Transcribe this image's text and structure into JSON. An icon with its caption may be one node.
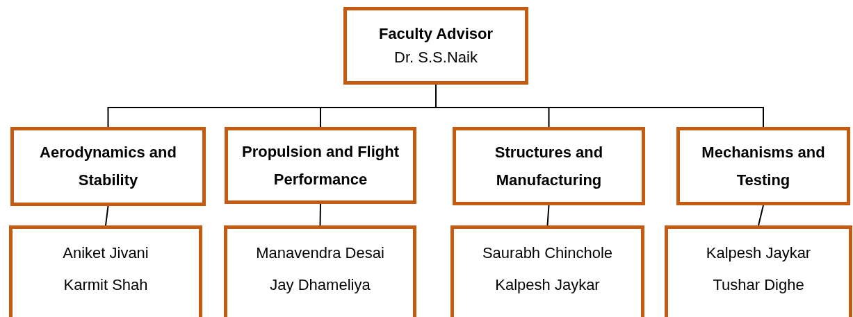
{
  "diagram": {
    "nodes": [
      {
        "text": [
          "Faculty Advisor",
          "Dr. S.S.Naik"
        ]
      },
      {
        "text": [
          "Aerodynamics and Stability"
        ]
      },
      {
        "text": [
          "Propulsion and Flight Performance"
        ]
      },
      {
        "text": [
          "Structures and Manufacturing"
        ]
      },
      {
        "text": [
          "Mechanisms and Testing"
        ]
      },
      {
        "text": [
          "Aniket Jivani",
          "Karmit Shah"
        ]
      },
      {
        "text": [
          "Manavendra Desai",
          "Jay Dhameliya"
        ]
      },
      {
        "text": [
          "Saurabh Chinchole",
          "Kalpesh Jaykar"
        ]
      },
      {
        "text": [
          "Kalpesh Jaykar",
          "Tushar Dighe"
        ]
      }
    ],
    "edges": [
      {
        "from": 0,
        "to": 1,
        "arrow": "none"
      },
      {
        "from": 0,
        "to": 2,
        "arrow": "none"
      },
      {
        "from": 0,
        "to": 3,
        "arrow": "none"
      },
      {
        "from": 0,
        "to": 4,
        "arrow": "none"
      },
      {
        "from": 1,
        "to": 5,
        "arrow": "none"
      },
      {
        "from": 2,
        "to": 6,
        "arrow": "none"
      },
      {
        "from": 3,
        "to": 7,
        "arrow": "none"
      },
      {
        "from": 4,
        "to": 8,
        "arrow": "none"
      }
    ]
  }
}
